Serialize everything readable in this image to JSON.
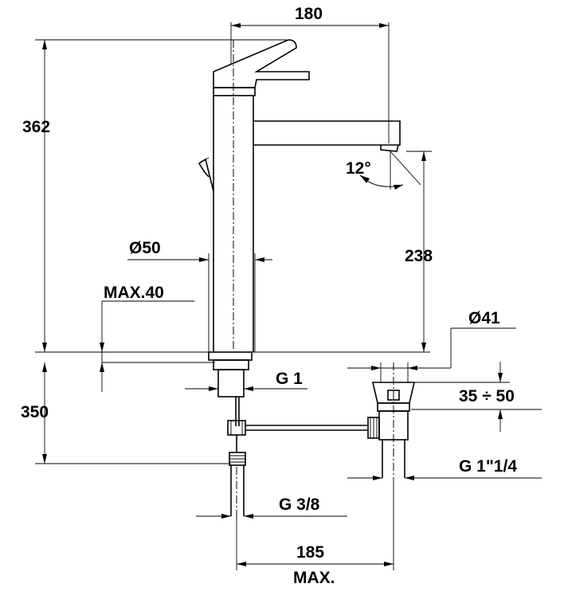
{
  "dimensions": {
    "spout_reach": "180",
    "total_height": "362",
    "spout_height": "238",
    "spout_angle": "12°",
    "body_diameter": "Ø50",
    "max_deck_thickness": "MAX.40",
    "below_deck": "350",
    "tail_thread": "G 1",
    "drain_diameter": "Ø41",
    "drain_range": "35 ÷ 50",
    "drain_thread": "G 1\"1/4",
    "hose_thread": "G 3/8",
    "rod_length": "185",
    "rod_length_note": "MAX."
  }
}
